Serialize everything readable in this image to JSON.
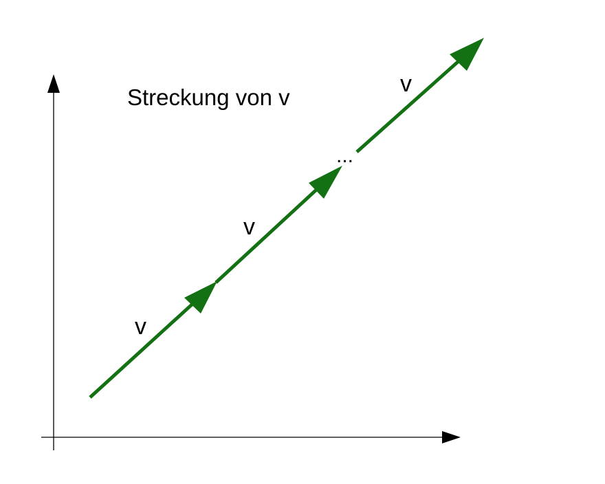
{
  "title": "Streckung von v",
  "vectors": [
    {
      "label": "v"
    },
    {
      "label": "v"
    },
    {
      "label": "v"
    }
  ],
  "ellipsis": "...",
  "colors": {
    "vector": "#137113",
    "axis": "#000000",
    "background": "#ffffff"
  }
}
